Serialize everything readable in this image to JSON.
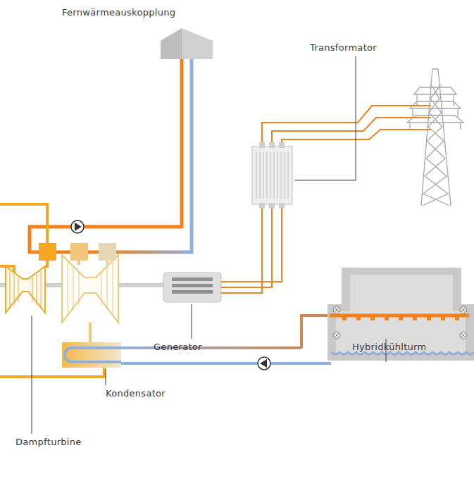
{
  "diagram": {
    "labels": [
      "Fernwärmeauskopplung",
      "Transformator",
      "Generator",
      "Hybridkühlturm",
      "Kondensator",
      "Dampfturbine"
    ]
  }
}
